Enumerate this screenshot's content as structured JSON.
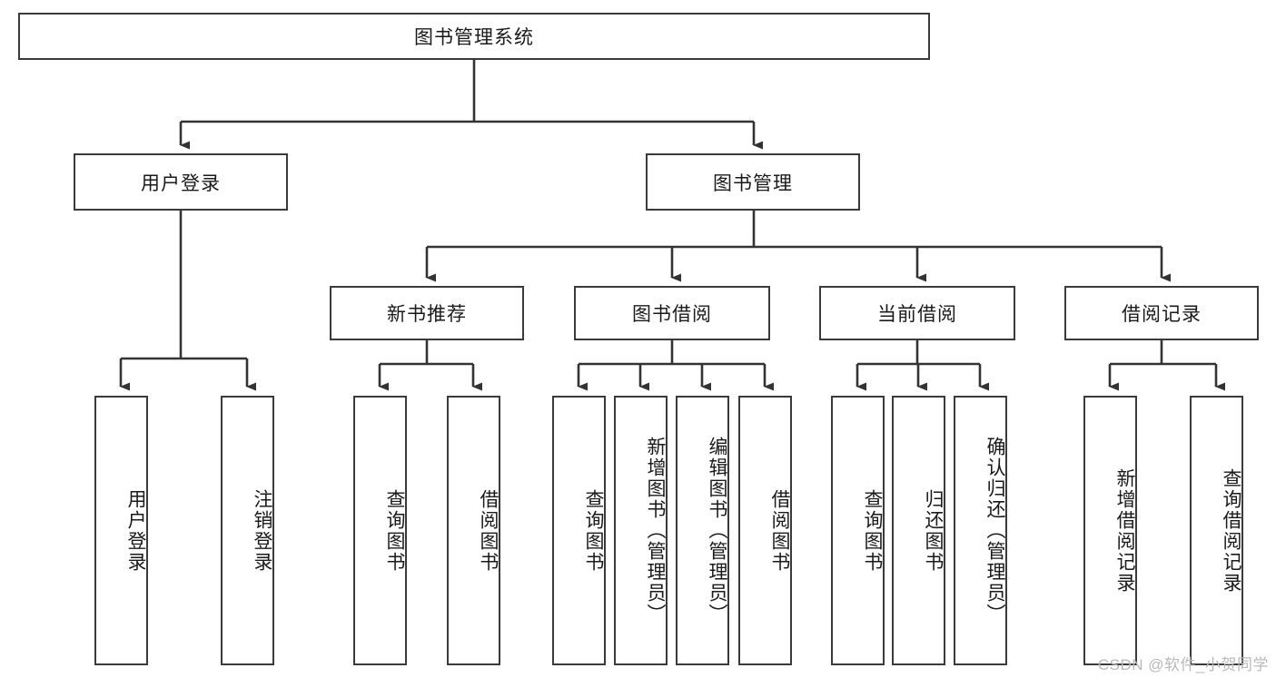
{
  "diagram": {
    "title": "图书管理系统",
    "type": "tree-hierarchy",
    "watermark": "CSDN @软件_小贺同学",
    "colors": {
      "background": "#ffffff",
      "box_border": "#3a3a3a",
      "connector": "#333333",
      "text": "#1a1a1a",
      "watermark": "#b9b9b9"
    },
    "nodes": {
      "root": {
        "label": "图书管理系统"
      },
      "level2": [
        {
          "id": "user-login",
          "label": "用户登录"
        },
        {
          "id": "book-management",
          "label": "图书管理"
        }
      ],
      "level3": [
        {
          "id": "new-book-recommend",
          "label": "新书推荐"
        },
        {
          "id": "book-borrow",
          "label": "图书借阅"
        },
        {
          "id": "current-borrow",
          "label": "当前借阅"
        },
        {
          "id": "borrow-record",
          "label": "借阅记录"
        }
      ],
      "leaves": {
        "user_login": [
          {
            "id": "leaf-user-login",
            "label": "用户登录"
          },
          {
            "id": "leaf-logout-login",
            "label": "注销登录"
          }
        ],
        "new_book_recommend": [
          {
            "id": "leaf-query-book-1",
            "label": "查询图书"
          },
          {
            "id": "leaf-borrow-book-1",
            "label": "借阅图书"
          }
        ],
        "book_borrow": [
          {
            "id": "leaf-query-book-2",
            "label": "查询图书"
          },
          {
            "id": "leaf-add-book",
            "label": "新增图书（管理员）"
          },
          {
            "id": "leaf-edit-book",
            "label": "编辑图书（管理员）"
          },
          {
            "id": "leaf-borrow-book-2",
            "label": "借阅图书"
          }
        ],
        "current_borrow": [
          {
            "id": "leaf-query-book-3",
            "label": "查询图书"
          },
          {
            "id": "leaf-return-book",
            "label": "归还图书"
          },
          {
            "id": "leaf-confirm-return",
            "label": "确认归还（管理员）"
          }
        ],
        "borrow_record": [
          {
            "id": "leaf-add-borrow-record",
            "label": "新增借阅记录"
          },
          {
            "id": "leaf-query-borrow-record",
            "label": "查询借阅记录"
          }
        ]
      }
    }
  }
}
